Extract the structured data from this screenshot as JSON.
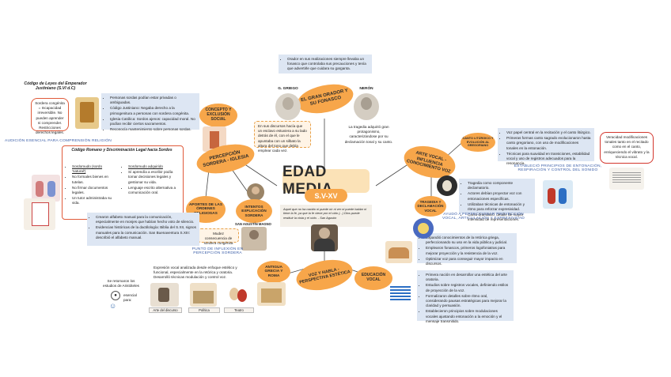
{
  "center": {
    "title": "EDAD MEDIA",
    "subtitle": "S.V-XV",
    "quote": "Aquel que no ha nacido ni puede oír ni ver ni puede hablar ni tiene la fe, ya que la fe viene por el oído (...) Dios puede restituir la vista y el oído. - San Agustín"
  },
  "branches": {
    "orador": "EL GRAN ORADOR Y SU FONASCO",
    "arte": "ARTE VOCAL - INFLUENCIA CONOCIMIENTO VOZ",
    "percepcion": "PERCEPCIÓN SORDERA - IGLESIA",
    "voz": "VOZ Y HABLA - PERSPECTIVA ESTÉTICA",
    "concepto": "CONCEPTO Y EXCLUSIÓN SOCIAL",
    "aportes": "APORTES DE LAS ÓRDENES RELIGIOSAS",
    "intentos": "INTENTOS EXPLICACIÓN SORDERA",
    "antigua": "ANTIGUA GRECIA Y ROMA",
    "educacion": "EDUCACIÓN VOCAL",
    "tragedia": "TRAGEDIA Y DECLAMACIÓN VOCAL",
    "canto": "CANTO LITÚRGICO Y EVOLUCIÓN AL GREGORIANO"
  },
  "labels": {
    "griego": "G. GRIEGO",
    "neron": "NERÓN",
    "agustin": "SAN AGUSTÍN MAGNO",
    "codigo_title": "Código de Leyes del Emperador Justiniano (S.VI d.C)",
    "roman_title": "Código Romano y Discriminación Legal hacia Sordos",
    "arte_del_discurso": "Arte del discurso",
    "politica": "Política",
    "teatro": "Teatro",
    "retomaron": "Se retomaron los estudios de Aristóteles",
    "esencial": "esencial para:"
  },
  "captions": {
    "audicion": "AUDICIÓN ESENCIAL PARA COMPRENSIÓN RELIGIÓN",
    "punto": "PUNTO DE INFLEXIÓN EN PERCEPCIÓN SORDERA",
    "establecio": "ESTABLECIÓ PRINCIPIOS DE ENTONACIÓN, RESPIRACIÓN Y CONTROL DEL SONIDO",
    "ayudo": "AYUDÓ A PERFECCIONAR PROYECCIÓN VOCAL, ARTICULACIÓN Y EXPRESIVIDAD"
  },
  "notes": {
    "orador": "Orador en sus realizaciones siempre llevaba un fonasco que controlaba sus precauciones y tenía que advertirle que cuidara su garganta.",
    "discursos": "En sus discursos hacía que un esclavo estuviera a su lado detrás de él, con el que le apuntaba con un silbato la altura del tono que debía emplear cada vez.",
    "tragedia_n": "La tragedia adquirió gran protagonismo, caracterizándose por su declamación tonal y su canto.",
    "sordera_congenita": "Sordera congénita = Incapacidad irreversible. No pueden aprender ni comprender. Restricciones derechos legales.",
    "mudez": "Mudez consecuencia de sordera congénita",
    "vibrato": "Veracidad modificaciones tonales tanto en el recitado como en el canto, enriqueciendo el vibrato y la técnica vocal.",
    "expresion": "Expresión vocal analizada desde enfoque estético y funcional, especialmente en la retórica y oratoria. Desarrolló técnicas modulación y control voz."
  },
  "lists": {
    "percepcion": [
      "Personas sordas podían estar privadas o ambiguadas.",
      "Código Justiniano: Negaba derecho a la primogenitura a personas con sordera congénita.",
      "Iglesia Católica: Sordos ajenos: capacidad moral. No podían recibir ciertos sacramentos.",
      "Reconocía mantenimiento sobre personas sordas."
    ],
    "roman_left": [
      "Sordomudo (sordo 'natural')",
      "No formales bienes en tutelas.",
      "No firmar documentos legales.",
      "Un tutor administraba su vida."
    ],
    "roman_right": [
      "Sordomudo adquirido",
      "Sí aprendía a escribir podía tomar decisiones legales y gestionar su vida.",
      "Lenguaje escrito alternativa a comunicación oral."
    ],
    "aportes": [
      "Crearon alfabeto manual para la comunicación, especialmente en monjes que habían hecho voto de silencio.",
      "Evidencias históricas de la dactilología: Biblia del S.XII, signos manuales para la comunicación. San Buenaventura S.XIII: describió el alfabeto manual."
    ],
    "canto": [
      "Voz papel central en la recitación y el canto litúrgico.",
      "Primeras formas canto sagrado evolucionaron hasta canto gregoriano, con uso de modificaciones tonales en la entonación.",
      "Técnicas para suavidad en transiciones, estabilidad vocal y uso de registros adecuados para la resonancia."
    ],
    "tragedia": [
      "Tragedia como componente declamatorio.",
      "Actores debían proyectar voz con entonaciones específicas.",
      "Utilizaban técnicas de entonación y ritmo para reforzar expresividad.",
      "Canto dramático: detalle de mayor intensidad de representaciones."
    ],
    "educacion1": [
      "Expandió conocimientos de la retórica griega, perfeccionando su uso en la vida pública y judicial.",
      "Emplearon fonascos, primeros logofoniatras para mejorar proyección y la resistencia de la voz.",
      "Optimizar voz para conseguir mayor impacto en discursos."
    ],
    "educacion2": [
      "Primera nación en desarrollar una estética del arte oratoria.",
      "Estudios sobre registros vocales, definiendo estilos de proyección de la voz.",
      "Formalizaron detalles sobre ritmo oral, considerando pausas estratégicas para mejorar la claridad y persuasión.",
      "Establecieron principios sobre modulaciones vocales ajustando entonación a la emoción y el mensaje transmitido."
    ]
  },
  "colors": {
    "oval": "#f7a64a",
    "note_blue": "#dde6f3",
    "caption": "#3b5ea8",
    "accent_red": "#d3362d"
  }
}
